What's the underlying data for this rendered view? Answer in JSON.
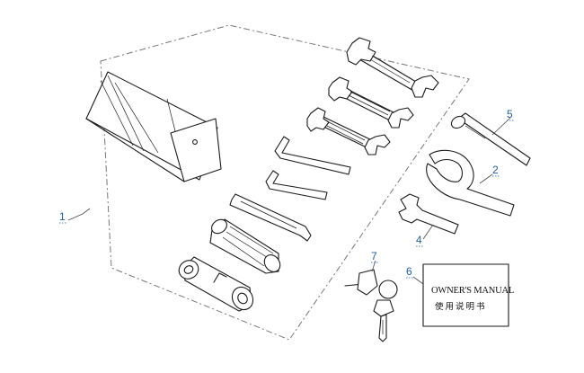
{
  "callouts": {
    "c1": "1",
    "c2": "2",
    "c4": "4",
    "c5": "5",
    "c6": "6",
    "c7": "7"
  },
  "manual": {
    "title": "OWNER'S MANUAL",
    "subtitle": "使用说明书"
  },
  "colors": {
    "callout": "#1f5fa8",
    "line": "#1a1a1a",
    "dash": "#777777"
  }
}
